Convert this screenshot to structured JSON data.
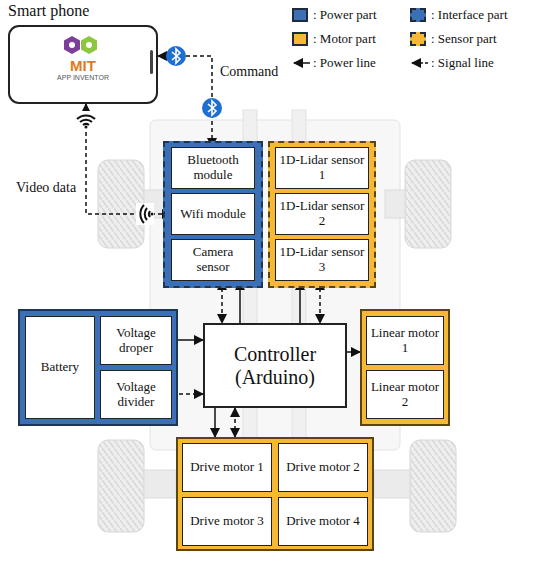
{
  "diagram": {
    "nodes": [
      {
        "text": [
          "Smart phone",
          "MIT",
          "APP INVENTOR"
        ]
      },
      {
        "text": []
      },
      {
        "text": [
          "Bluetooth module"
        ],
        "in": 1
      },
      {
        "text": [
          "Wifi module"
        ],
        "in": 1
      },
      {
        "text": [
          "Camera sensor"
        ],
        "in": 1
      },
      {
        "text": []
      },
      {
        "text": [
          "1D-Lidar sensor 1"
        ],
        "in": 5
      },
      {
        "text": [
          "1D-Lidar sensor 2"
        ],
        "in": 5
      },
      {
        "text": [
          "1D-Lidar sensor 3"
        ],
        "in": 5
      },
      {
        "text": []
      },
      {
        "text": [
          "Battery"
        ],
        "in": 9
      },
      {
        "text": [
          "Voltage droper"
        ],
        "in": 9
      },
      {
        "text": [
          "Voltage divider"
        ],
        "in": 9
      },
      {
        "text": [
          "Controller (Arduino)"
        ]
      },
      {
        "text": []
      },
      {
        "text": [
          "Linear motor 1"
        ],
        "in": 14
      },
      {
        "text": [
          "Linear motor 2"
        ],
        "in": 14
      },
      {
        "text": []
      },
      {
        "text": [
          "Drive motor 1"
        ],
        "in": 17
      },
      {
        "text": [
          "Drive motor 2"
        ],
        "in": 17
      },
      {
        "text": [
          "Drive motor 3"
        ],
        "in": 17
      },
      {
        "text": [
          "Drive motor 4"
        ],
        "in": 17
      }
    ],
    "edges": [
      {
        "from": 0,
        "to": 2,
        "arrow": "both",
        "label": "Command"
      },
      {
        "from": 0,
        "to": 3,
        "arrow": "both",
        "label": "Video data"
      },
      {
        "from": 11,
        "to": 13,
        "arrow": "to"
      },
      {
        "from": 12,
        "to": 13,
        "arrow": "to"
      },
      {
        "from": 13,
        "to": 4,
        "arrow": "to"
      },
      {
        "from": 4,
        "to": 13,
        "arrow": "both"
      },
      {
        "from": 13,
        "to": 8,
        "arrow": "to"
      },
      {
        "from": 8,
        "to": 13,
        "arrow": "both"
      },
      {
        "from": 13,
        "to": 14,
        "arrow": "to"
      },
      {
        "from": 13,
        "to": 17,
        "arrow": "to"
      },
      {
        "from": 17,
        "to": 13,
        "arrow": "both"
      },
      {
        "from": 2,
        "to": 3,
        "arrow": "none"
      },
      {
        "from": 3,
        "to": 4,
        "arrow": "none"
      },
      {
        "from": 6,
        "to": 7,
        "arrow": "none"
      },
      {
        "from": 7,
        "to": 8,
        "arrow": "none"
      },
      {
        "from": 10,
        "to": 11,
        "arrow": "none"
      },
      {
        "from": 10,
        "to": 12,
        "arrow": "none"
      },
      {
        "from": 15,
        "to": 16,
        "arrow": "none"
      },
      {
        "from": 18,
        "to": 19,
        "arrow": "none"
      },
      {
        "from": 20,
        "to": 21,
        "arrow": "none"
      },
      {
        "from": 18,
        "to": 20,
        "arrow": "none"
      },
      {
        "from": 19,
        "to": 21,
        "arrow": "none"
      }
    ],
    "legend": [
      {
        "text": ": Power part",
        "color": "#3b6fb6"
      },
      {
        "text": ": Interface part",
        "color": "#3b6fb6"
      },
      {
        "text": ": Motor part",
        "color": "#f5b935"
      },
      {
        "text": ": Sensor part",
        "color": "#f5b935"
      },
      {
        "text": ": Power line"
      },
      {
        "text": ": Signal line"
      }
    ]
  }
}
